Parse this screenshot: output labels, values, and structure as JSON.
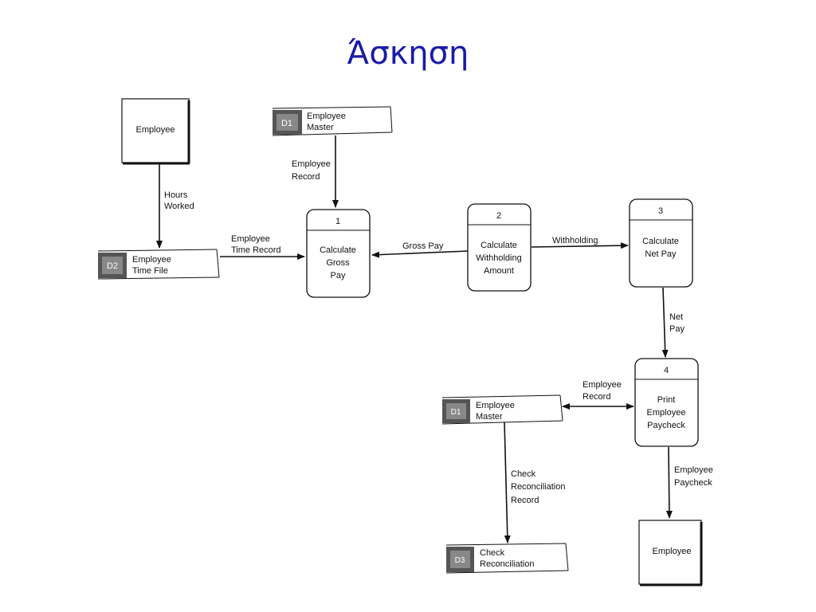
{
  "slide": {
    "title": "Άσκηση"
  },
  "entities": [
    {
      "id": "employee_top",
      "label": "Employee"
    },
    {
      "id": "employee_bottom",
      "label": "Employee"
    }
  ],
  "processes": [
    {
      "id": "p1",
      "number": "1",
      "lines": [
        "Calculate",
        "Gross",
        "Pay"
      ]
    },
    {
      "id": "p2",
      "number": "2",
      "lines": [
        "Calculate",
        "Withholding",
        "Amount"
      ]
    },
    {
      "id": "p3",
      "number": "3",
      "lines": [
        "Calculate",
        "Net Pay"
      ]
    },
    {
      "id": "p4",
      "number": "4",
      "lines": [
        "Print",
        "Employee",
        "Paycheck"
      ]
    }
  ],
  "data_stores": [
    {
      "id": "d1",
      "code": "D1",
      "lines": [
        "Employee",
        "Master"
      ]
    },
    {
      "id": "d2",
      "code": "D2",
      "lines": [
        "Employee",
        "Time File"
      ]
    },
    {
      "id": "d1b",
      "code": "D1",
      "lines": [
        "Employee",
        "Master"
      ]
    },
    {
      "id": "d3",
      "code": "D3",
      "lines": [
        "Check",
        "Reconciliation"
      ]
    }
  ],
  "flows": [
    {
      "id": "hours",
      "lines": [
        "Hours",
        "Worked"
      ]
    },
    {
      "id": "emp_record_1",
      "lines": [
        "Employee",
        "Record"
      ]
    },
    {
      "id": "time_record",
      "lines": [
        "Employee",
        "Time Record"
      ]
    },
    {
      "id": "gross_pay",
      "lines": [
        "Gross Pay"
      ]
    },
    {
      "id": "withholding",
      "lines": [
        "Withholding"
      ]
    },
    {
      "id": "net_pay",
      "lines": [
        "Net",
        "Pay"
      ]
    },
    {
      "id": "emp_record_2",
      "lines": [
        "Employee",
        "Record"
      ]
    },
    {
      "id": "check_rec",
      "lines": [
        "Check",
        "Reconciliation",
        "Record"
      ]
    },
    {
      "id": "paycheck",
      "lines": [
        "Employee",
        "Paycheck"
      ]
    }
  ]
}
